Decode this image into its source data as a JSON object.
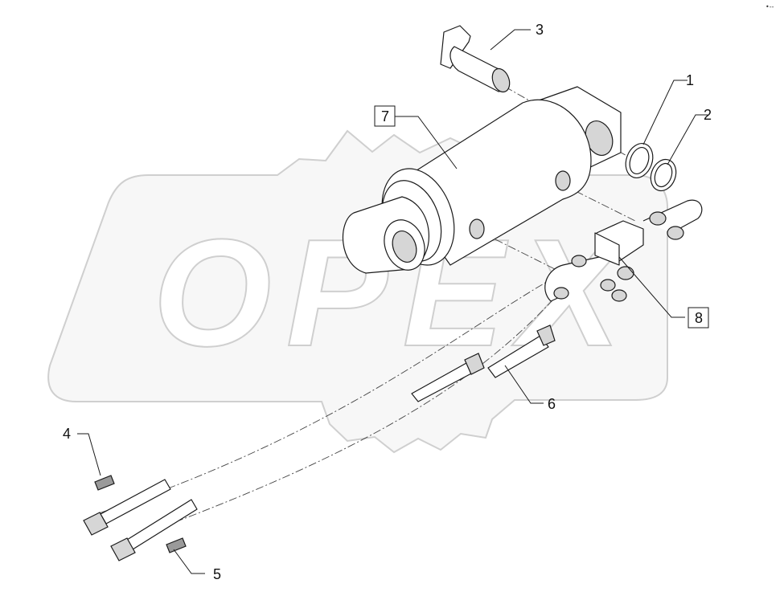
{
  "watermark": {
    "text": "OPEX"
  },
  "callouts": {
    "c1": "1",
    "c2": "2",
    "c3": "3",
    "c4": "4",
    "c5": "5",
    "c6": "6",
    "c7": "7",
    "c8": "8"
  },
  "corner_mark": "•‑-"
}
